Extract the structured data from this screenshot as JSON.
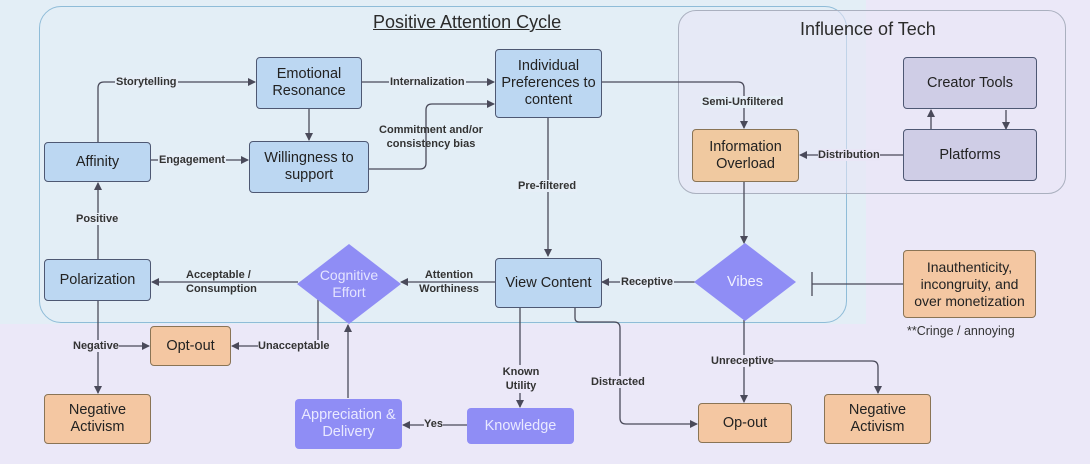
{
  "regions": {
    "positive_attention_cycle": "Positive Attention Cycle",
    "influence_of_tech": "Influence of Tech"
  },
  "nodes": {
    "emotional_resonance": "Emotional Resonance",
    "individual_preferences": "Individual Preferences to content",
    "affinity": "Affinity",
    "willingness": "Willingness to support",
    "information_overload": "Information Overload",
    "creator_tools": "Creator Tools",
    "platforms": "Platforms",
    "polarization": "Polarization",
    "cognitive_effort": "Cognitive Effort",
    "view_content": "View Content",
    "vibes": "Vibes",
    "inauthenticity": "Inauthenticity, incongruity, and over monetization",
    "opt_out_left": "Opt-out",
    "negative_activism_left": "Negative Activism",
    "appreciation_delivery": "Appreciation & Delivery",
    "knowledge": "Knowledge",
    "op_out_right": "Op-out",
    "negative_activism_right": "Negative Activism"
  },
  "edge_labels": {
    "storytelling": "Storytelling",
    "internalization": "Internalization",
    "engagement": "Engagement",
    "commitment": "Commitment and/or consistency bias",
    "semi_unfiltered": "Semi-Unfiltered",
    "distribution": "Distribution",
    "pre_filtered": "Pre-filtered",
    "positive": "Positive",
    "acceptable": "Acceptable / Consumption",
    "attention_worthiness": "Attention Worthiness",
    "receptive": "Receptive",
    "negative": "Negative",
    "unacceptable": "Unacceptable",
    "known_utility": "Known Utility",
    "distracted": "Distracted",
    "unreceptive": "Unreceptive",
    "yes": "Yes"
  },
  "notes": {
    "cringe": "**Cringe / annoying"
  },
  "colors": {
    "canvas": "#ebe8f8",
    "positive_cycle_fill": "#e3eef6",
    "tech_fill": "#e9e6f6",
    "node_blue": "#bcd7f2",
    "node_lavender": "#cfcde6",
    "node_tan": "#f0c9a0",
    "node_violet": "#8f8df5",
    "edge": "#4a4a5a"
  }
}
